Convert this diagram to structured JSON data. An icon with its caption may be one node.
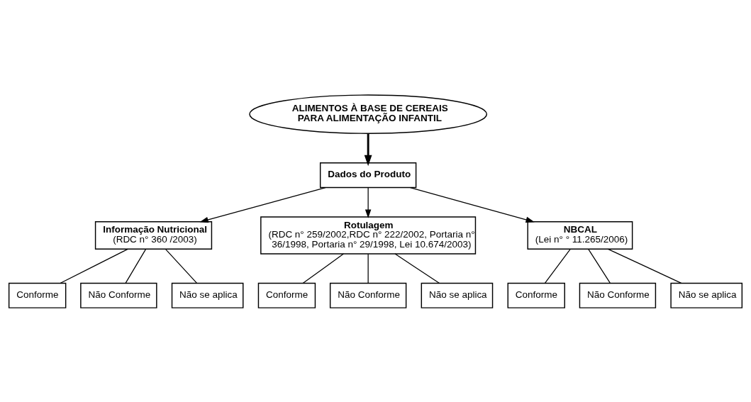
{
  "diagram": {
    "nodes": [
      {
        "text": [
          "ALIMENTOS À BASE DE CEREAIS PARA ALIMENTAÇÃO INFANTIL"
        ]
      },
      {
        "text": [
          "Dados do Produto"
        ]
      },
      {
        "text": [
          "Informação Nutricional",
          "(RDC n° 360 /2003)"
        ]
      },
      {
        "text": [
          "Rotulagem",
          "(RDC n° 259/2002,RDC n° 222/2002, Portaria n° 36/1998, Portaria n° 29/1998, Lei 10.674/2003)"
        ]
      },
      {
        "text": [
          "NBCAL",
          "(Lei n° ° 11.265/2006)"
        ]
      },
      {
        "text": [
          "Conforme"
        ]
      },
      {
        "text": [
          "Não Conforme"
        ]
      },
      {
        "text": [
          "Não se aplica"
        ]
      },
      {
        "text": [
          "Conforme"
        ]
      },
      {
        "text": [
          "Não Conforme"
        ]
      },
      {
        "text": [
          "Não se aplica"
        ]
      },
      {
        "text": [
          "Conforme"
        ]
      },
      {
        "text": [
          "Não Conforme"
        ]
      },
      {
        "text": [
          "Não se aplica"
        ]
      }
    ],
    "edges": [
      {
        "from": 0,
        "to": 1,
        "arrow": "to",
        "style": "thick"
      },
      {
        "from": 1,
        "to": 2,
        "arrow": "to"
      },
      {
        "from": 1,
        "to": 3,
        "arrow": "to"
      },
      {
        "from": 1,
        "to": 4,
        "arrow": "to"
      },
      {
        "from": 2,
        "to": 5,
        "arrow": "none"
      },
      {
        "from": 2,
        "to": 6,
        "arrow": "none"
      },
      {
        "from": 2,
        "to": 7,
        "arrow": "none"
      },
      {
        "from": 3,
        "to": 8,
        "arrow": "none"
      },
      {
        "from": 3,
        "to": 9,
        "arrow": "none"
      },
      {
        "from": 3,
        "to": 10,
        "arrow": "none"
      },
      {
        "from": 4,
        "to": 11,
        "arrow": "none"
      },
      {
        "from": 4,
        "to": 12,
        "arrow": "none"
      },
      {
        "from": 4,
        "to": 13,
        "arrow": "none"
      }
    ]
  }
}
